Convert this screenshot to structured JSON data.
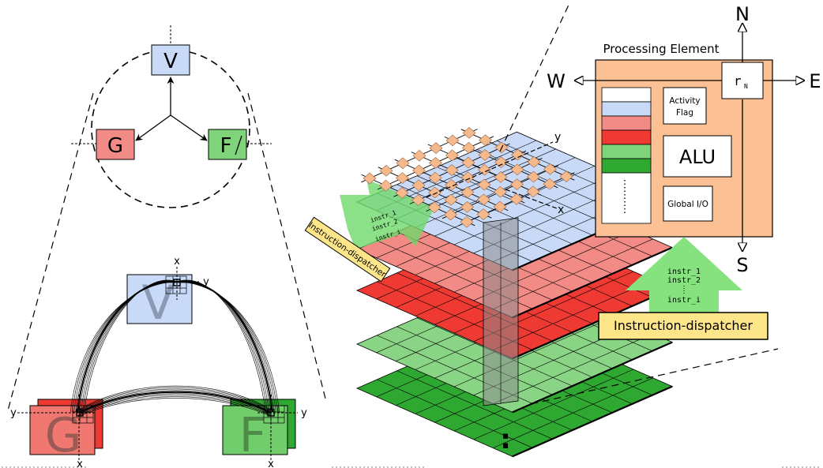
{
  "top_graph": {
    "nodes": [
      {
        "label": "V",
        "fill": "#c9daf8"
      },
      {
        "label": "G",
        "fill": "#f28b86"
      },
      {
        "label": "F",
        "fill": "#7fd37a"
      }
    ]
  },
  "bottom_graph": {
    "nodes": [
      {
        "label": "V",
        "fill": "#c9daf8"
      },
      {
        "label": "G",
        "fill": "#f07870"
      },
      {
        "label": "F",
        "fill": "#71cc6b"
      }
    ],
    "axis_x": "x",
    "axis_y": "y"
  },
  "stack": {
    "axis_x": "x",
    "axis_y": "y",
    "layer_colors": [
      "#c9daf8",
      "#f28b86",
      "#ee3a33",
      "#8ad485",
      "#2fa832"
    ],
    "pe_color": "#f6b98c",
    "ellipsis": ":"
  },
  "dispatcher_small": {
    "label": "Instruction-dispatcher",
    "instructions": [
      "instr_1",
      "instr_2",
      "instr_i"
    ]
  },
  "pe": {
    "title": "Processing Element",
    "register": "r",
    "register_sub": "N",
    "activity_flag": [
      "Activity",
      "Flag"
    ],
    "alu": "ALU",
    "global_io": "Global I/O",
    "directions": {
      "north": "N",
      "south": "S",
      "east": "E",
      "west": "W"
    },
    "bg_color": "#fbc194",
    "memory_colors": [
      "#ffffff",
      "#c9daf8",
      "#f28b86",
      "#ee3a33",
      "#7fd37a",
      "#2fa832"
    ]
  },
  "dispatcher_big": {
    "label": "Instruction-dispatcher",
    "instructions": [
      "instr_1",
      "instr_2",
      "instr_i"
    ],
    "arrow_color": "#86e27e",
    "box_color": "#fde68a"
  }
}
